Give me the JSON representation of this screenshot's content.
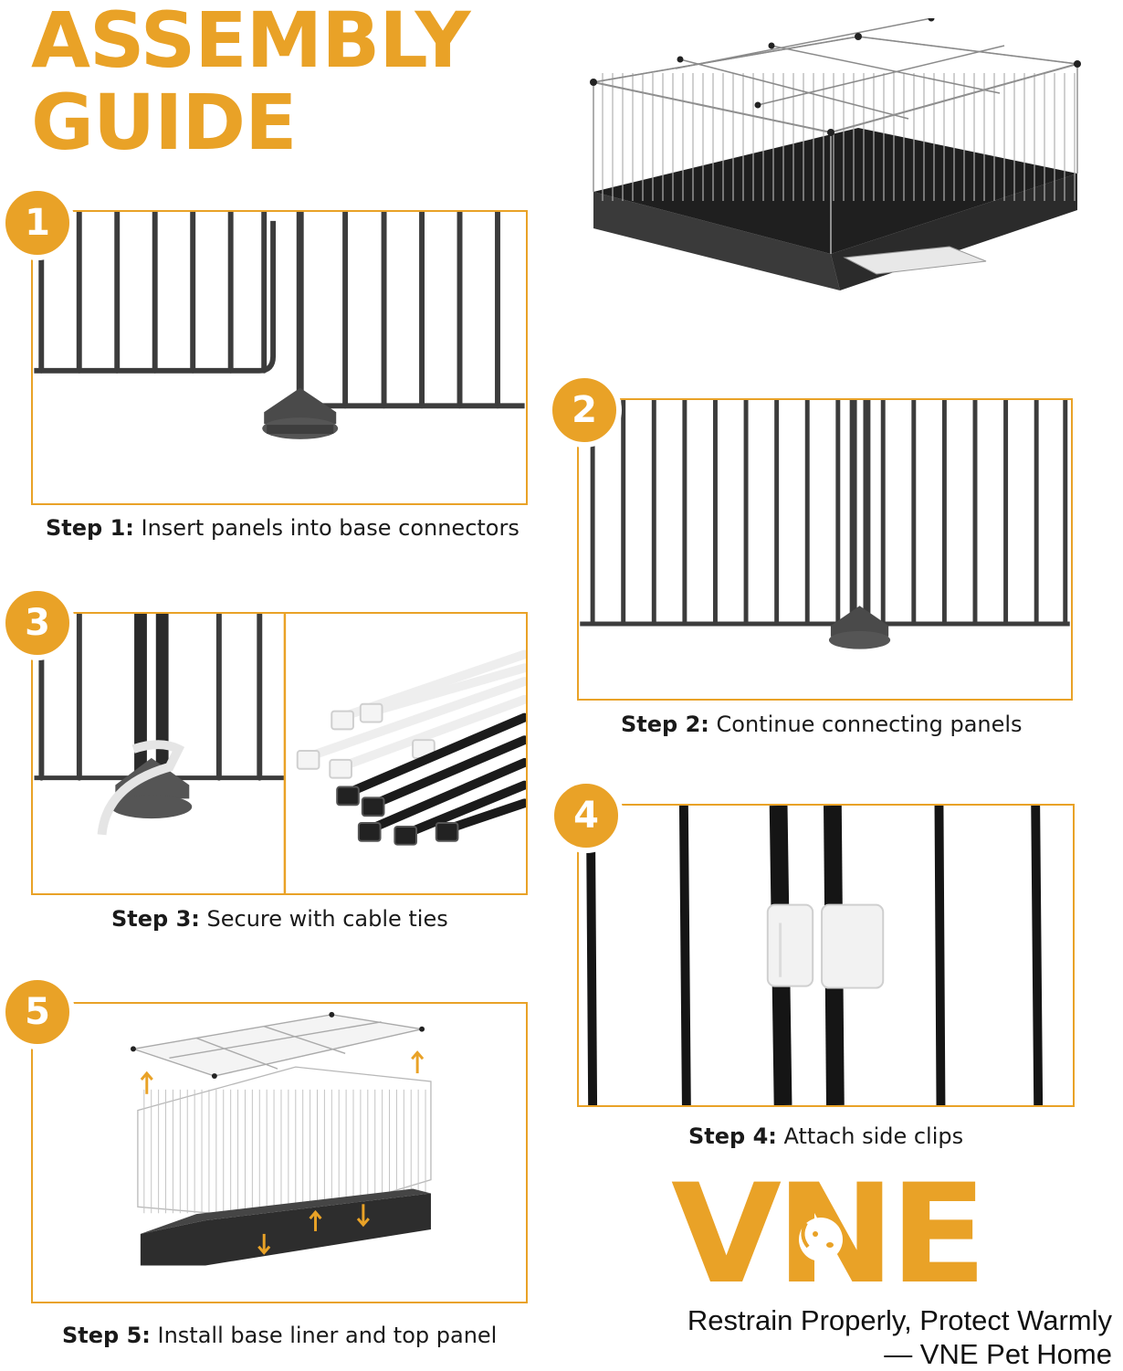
{
  "header": {
    "line1": "ASSEMBLY",
    "line2": "GUIDE"
  },
  "steps": [
    {
      "num": "1",
      "label": "Step 1:",
      "text": " Insert panels into base connectors"
    },
    {
      "num": "2",
      "label": "Step 2:",
      "text": " Continue connecting panels"
    },
    {
      "num": "3",
      "label": "Step 3:",
      "text": " Secure with cable ties"
    },
    {
      "num": "4",
      "label": "Step 4:",
      "text": " Attach side clips"
    },
    {
      "num": "5",
      "label": "Step 5:",
      "text": " Install base liner and top panel"
    }
  ],
  "brand": {
    "logo_text": "VNE",
    "tagline1": "Restrain Properly, Protect Warmly",
    "tagline2": "— VNE Pet Home"
  },
  "colors": {
    "accent": "#e9a227",
    "metal": "#3c3c3c",
    "base": "#2e2e2e"
  },
  "icons": [
    "pet-cage-icon",
    "panel-connector-icon",
    "cable-tie-icon",
    "side-clip-icon",
    "dog-head-icon",
    "arrow-up-icon",
    "arrow-down-icon"
  ]
}
